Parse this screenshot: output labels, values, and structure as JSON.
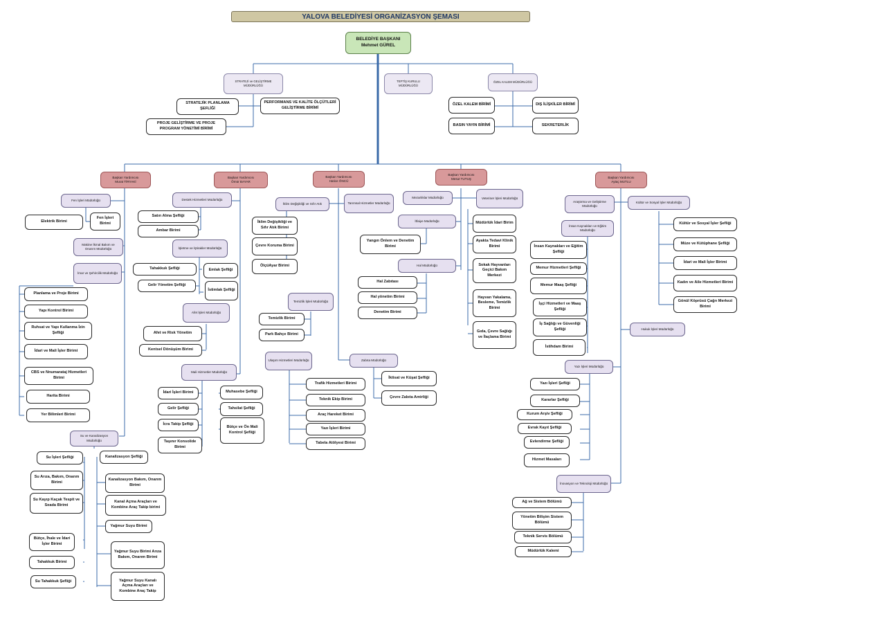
{
  "title": "YALOVA BELEDİYESİ ORGANİZASYON ŞEMASI",
  "top": {
    "role": "BELEDİYE BAŞKANI",
    "name": "Mehmet GÜREL"
  },
  "staff": [
    {
      "label": "STRATEJİ ve GELİŞTİRME MÜDÜRLÜĞÜ"
    },
    {
      "label": "TEFTİŞ KURULU MÜDÜRLÜĞÜ"
    },
    {
      "label": "ÖZEL KALEM MÜDÜRLÜĞÜ"
    }
  ],
  "staff_units": [
    {
      "label": "STRATEJİK PLANLAMA ŞEFLİĞİ"
    },
    {
      "label": "PERFORMANS VE KALİTE ÖLÇÜTLERİ GELİŞTİRME BİRİMİ"
    },
    {
      "label": "PROJE GELİŞTİRME VE PROJE PROGRAM YÖNETİMİ BİRİMİ"
    },
    {
      "label": "ÖZEL KALEM BİRİMİ"
    },
    {
      "label": "DIŞ İLİŞKİLER BİRİMİ"
    },
    {
      "label": "BASIN YAYIN BİRİMİ"
    },
    {
      "label": "SEKRETERLİK"
    }
  ],
  "vice": [
    {
      "title": "Başkan Yardımcısı",
      "name": "Murat TİRYAKİ"
    },
    {
      "title": "Başkan Yardımcısı",
      "name": "Ömür BAYAR"
    },
    {
      "title": "Başkan Yardımcısı",
      "name": "Hatice ÖNCÜ"
    },
    {
      "title": "Başkan Yardımcısı",
      "name": "Mesut TUTUŞ"
    },
    {
      "title": "Başkan Yardımcısı",
      "name": "Aytaç MUTLU"
    }
  ],
  "depts": [
    "Fen İşleri Müdürlüğü",
    "Makine İkmal Bakım ve Onarım Müdürlüğü",
    "İmar ve Şehircilik Müdürlüğü",
    "Su ve Kanalizasyon Müdürlüğü",
    "Destek Hizmetleri Müdürlüğü",
    "İşletme ve İştirakler Müdürlüğü",
    "Afet İşleri Müdürlüğü",
    "Mali Hizmetler Müdürlüğü",
    "İklim Değişikliği ve Sıfır Atık",
    "Tarımsal Hizmetler Müdürlüğü",
    "Temizlik İşleri Müdürlüğü",
    "Ulaşım Hizmetleri Müdürlüğü",
    "Zabıta Müdürlüğü",
    "Mezarlıklar Müdürlüğü",
    "Veteriner İşleri Müdürlüğü",
    "İtfaiye Müdürlüğü",
    "Hal Müdürlüğü",
    "Araştırma ve Geliştirme Müdürlüğü",
    "Kültür ve Sosyal İşler Müdürlüğü",
    "İnsan Kaynakları ve Eğitim Müdürlüğü",
    "Hukuk İşleri Müdürlüğü",
    "Yazı İşleri Müdürlüğü",
    "İnovasyon ve Teknoloji Müdürlüğü"
  ],
  "units": [
    "Elektrik Birimi",
    "Fen İşleri Birimi",
    "Planlama ve Proje Birimi",
    "Yapı Kontrol Birimi",
    "Ruhsat ve Yapı Kullanma İzin Şefliği",
    "İdari ve Mali İşler Birimi",
    "CBS ve Nnumarataj Hizmetleri Birimi",
    "Harita Birimi",
    "Yer Bilimleri Birimi",
    "Su İşleri Şefliği",
    "Kanalizasyon Şefliği",
    "Su Arıza, Bakım, Onarım Birimi",
    "Kanalizasyon Bakım, Onarım Birimi",
    "Su Kayıp Kaçak Tespit ve Seada Birimi",
    "Kanal Açma Araçları ve Kombine Araç Takip birimi",
    "Yağmur Suyu Birimi",
    "Bütçe, İhale ve İdari İşler Birimi",
    "Yağmur Suyu Birimi Arıza Bakım, Onarım Birimi",
    "Tahakkuk Birimi",
    "Su Tahakkuk Şefliği",
    "Yağmur Suyu Kanalı Açma Araçları ve Kombine Araç Takip",
    "Satın Alma Şefliği",
    "Ambar Birimi",
    "Tahakkuk Şefliği",
    "Emlak Şefliği",
    "Gelir Yönetim Şefliği",
    "İstimlak Şefliği",
    "Afet ve Risk Yönetim",
    "Kentsel Dönüşüm Birimi",
    "İdari İşleri Birimi",
    "Muhasebe Şefliği",
    "Gelir Şefliği",
    "Tahsilat Şefliği",
    "İcra Takip Şefliği",
    "Bütçe ve Ön Mali Kontrol Şefliği",
    "Taşınır Konsolide Birimi",
    "İklim Değişikliği ve Sıfır Atık Birimi",
    "Çevre Koruma Birimi",
    "ÖlçüAyar Birimi",
    "Temizlik Birimi",
    "Park Bahçe Birimi",
    "Trafik Hizmetleri Birimi",
    "Teknik Ekip Birimi",
    "Araç Hareket Birimi",
    "Yazı İşleri Birimi",
    "Tabela Atölyesi Birimi",
    "İktisat ve Küşat Şefliği",
    "Çevre Zabıta Amirliği",
    "Yangın Önlem ve Denetim Birimi",
    "Hal Zabıtası",
    "Hal yönetim Birimi",
    "Denetim Birimi",
    "Müdürlük İdari Birim",
    "Ayakta Tedavi Klinik Birimi",
    "Sokak Hayvanları Geçici Bakım Merkezi",
    "Hayvan Yakalama, Besleme, Temizlik Birimi",
    "Gıda, Çevre Sağlığı ve İlaçlama Birimi",
    "Kültür ve Sosyal İşler Şefliği",
    "Müze ve Kütüphane Şefliği",
    "İdari ve Mali İşler Birimi",
    "Kadın ve Aile Hizmetleri Birimi",
    "Gönül Köprüsü Çağrı Merkezi Birimi",
    "İnsan Kaynakları ve Eğitim Şefliği",
    "Memur Hizmetleri Şefliği",
    "Memur Maaş Şefliği",
    "İşçi Hizmetleri ve Maaş Şefliği",
    "İş Sağlığı ve Güvenliği Şefliği",
    "İstihdam Birimi",
    "Yazı İşleri Şefliği",
    "Kararlar Şefliği",
    "Kurum Arşiv Şefliği",
    "Evrak Kayıt Şefliği",
    "Evlendirme Şefliği",
    "Hizmet Masaları",
    "Ağ ve Sistem Bölümü",
    "Yönetim Bilişim Sistem Bölümü",
    "Teknik Servis Bölümü",
    "Müdürlük Kalemi"
  ]
}
